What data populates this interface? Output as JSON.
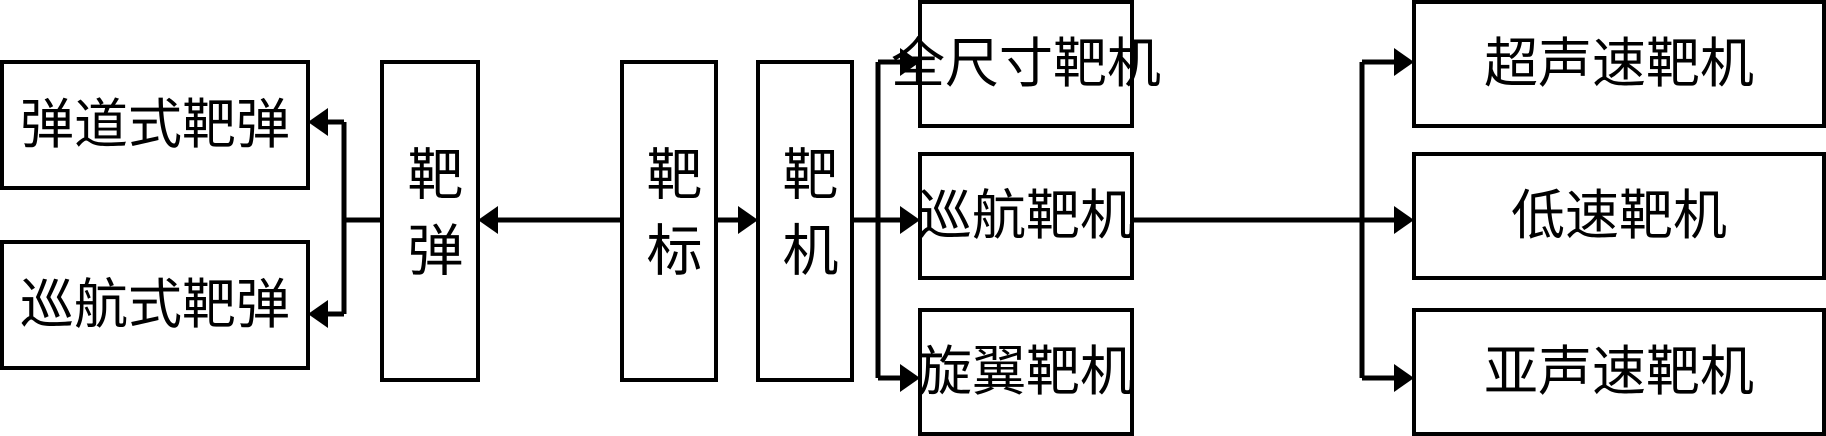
{
  "diagram": {
    "root": {
      "label": "靶标"
    },
    "branches": [
      {
        "label": "靶弹",
        "children": [
          {
            "label": "弹道式靶弹"
          },
          {
            "label": "巡航式靶弹"
          }
        ]
      },
      {
        "label": "靶机",
        "children": [
          {
            "label": "全尺寸靶机"
          },
          {
            "label": "巡航靶机"
          },
          {
            "label": "旋翼靶机"
          }
        ]
      }
    ],
    "speed_classes": [
      {
        "label": "超声速靶机"
      },
      {
        "label": "低速靶机"
      },
      {
        "label": "亚声速靶机"
      }
    ],
    "edges": [
      {
        "from": "靶标",
        "to": "靶弹"
      },
      {
        "from": "靶标",
        "to": "靶机"
      },
      {
        "from": "靶弹",
        "to": "弹道式靶弹"
      },
      {
        "from": "靶弹",
        "to": "巡航式靶弹"
      },
      {
        "from": "靶机",
        "to": "全尺寸靶机"
      },
      {
        "from": "靶机",
        "to": "巡航靶机"
      },
      {
        "from": "靶机",
        "to": "旋翼靶机"
      },
      {
        "from": "巡航靶机",
        "to": "超声速靶机"
      },
      {
        "from": "巡航靶机",
        "to": "低速靶机"
      },
      {
        "from": "巡航靶机",
        "to": "亚声速靶机"
      }
    ],
    "colors": {
      "stroke": "#000000",
      "background": "#ffffff"
    }
  }
}
